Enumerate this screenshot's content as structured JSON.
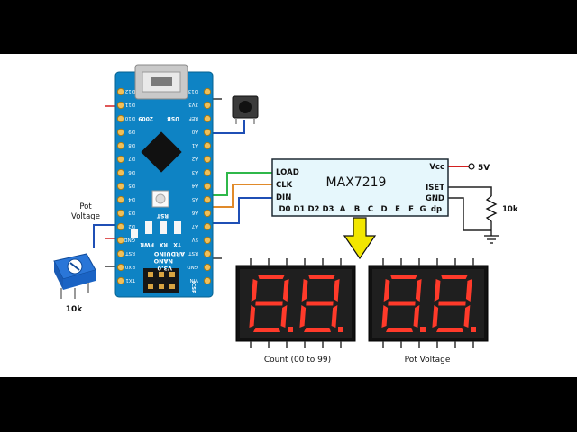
{
  "chip": {
    "name": "MAX7219",
    "pins_left": [
      "LOAD",
      "CLK",
      "DIN"
    ],
    "pins_right": [
      "Vcc",
      "ISET",
      "GND"
    ],
    "pins_bottom": [
      "D0",
      "D1",
      "D2",
      "D3",
      "A",
      "B",
      "C",
      "D",
      "E",
      "F",
      "G",
      "dp"
    ]
  },
  "supply_label": "5V",
  "iset_resistor_label": "10k",
  "pot": {
    "title_line1": "Pot",
    "title_line2": "Voltage",
    "value_label": "10k"
  },
  "arduino": {
    "board_line1": "ARDUINO",
    "board_line2": "NANO",
    "board_line3": "V3.0",
    "usb_label": "USB",
    "year_label": "2009",
    "rst_label": "RST",
    "pwr_label": "PWR",
    "rx_label": "RX",
    "tx_label": "TX",
    "icsp_label": "ICSP",
    "left_pins": [
      "D12",
      "D11",
      "D10",
      "D9",
      "D8",
      "D7",
      "D6",
      "D5",
      "D4",
      "D3",
      "D2",
      "GND",
      "RST",
      "RX0",
      "TX1"
    ],
    "right_pins": [
      "D13",
      "3V3",
      "REF",
      "A0",
      "A1",
      "A2",
      "A3",
      "A4",
      "A5",
      "A6",
      "A7",
      "5V",
      "RST",
      "GND",
      "VIN"
    ]
  },
  "display_left_caption": "Count (00 to 99)",
  "display_right_caption": "Pot Voltage",
  "colors": {
    "board": "#0e83c4",
    "wire_green": "#2fb84a",
    "wire_orange": "#e08a2a",
    "wire_blue": "#1f4fb5",
    "wire_red": "#d42020",
    "arrow": "#f2e600",
    "segment_on": "#ff3a2a",
    "segment_off": "#3a0d0a"
  }
}
